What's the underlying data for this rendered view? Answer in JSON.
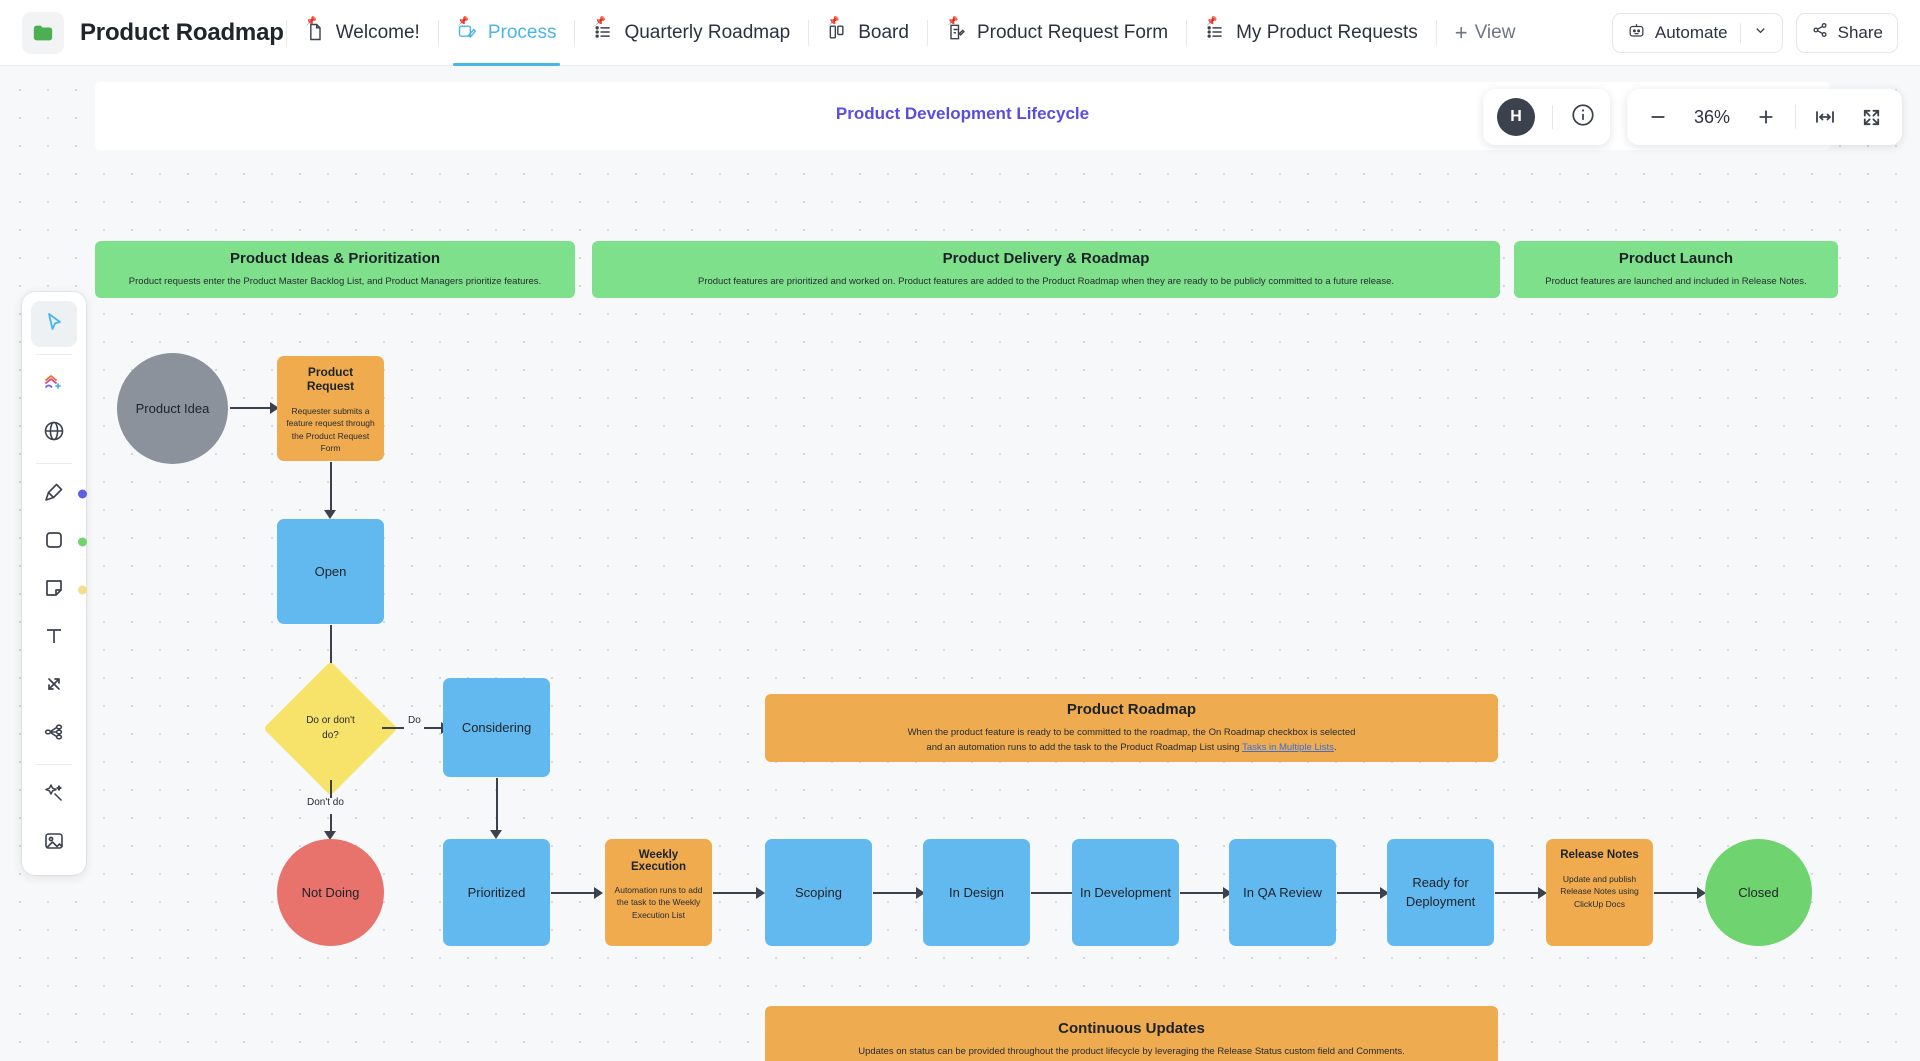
{
  "app_bar": {
    "folder_icon": "folder-icon",
    "doc_title": "Product Roadmap",
    "tabs": [
      {
        "label": "Welcome!",
        "icon": "doc-home-icon",
        "active": false,
        "pinned": true
      },
      {
        "label": "Process",
        "icon": "whiteboard-icon",
        "active": true,
        "pinned": true
      },
      {
        "label": "Quarterly Roadmap",
        "icon": "list-icon",
        "active": false,
        "pinned": true
      },
      {
        "label": "Board",
        "icon": "board-icon",
        "active": false,
        "pinned": true
      },
      {
        "label": "Product Request Form",
        "icon": "form-icon",
        "active": false,
        "pinned": true
      },
      {
        "label": "My Product Requests",
        "icon": "list-icon",
        "active": false,
        "pinned": true
      }
    ],
    "add_view_label": "View",
    "add_view_icon": "plus-icon",
    "automate_label": "Automate",
    "automate_icon": "robot-icon",
    "automate_caret_icon": "chevron-down-icon",
    "share_label": "Share",
    "share_icon": "share-icon"
  },
  "canvas_controls": {
    "title": "Product Development Lifecycle",
    "avatar_initial": "H",
    "avatar_name": "avatar",
    "info_icon": "info-circle-icon",
    "zoom_out_icon": "minus-icon",
    "zoom_level": "36%",
    "zoom_in_icon": "plus-icon",
    "fit_width_icon": "fit-width-icon",
    "fullscreen_icon": "expand-icon"
  },
  "tool_rail": [
    {
      "name": "select-tool",
      "icon": "cursor-icon",
      "selected": true,
      "badge": null
    },
    {
      "name": "connector-tool",
      "icon": "shapes-plus-icon",
      "selected": false,
      "badge": null
    },
    {
      "name": "globe-tool",
      "icon": "globe-icon",
      "selected": false,
      "badge": null
    },
    {
      "name": "marker-tool",
      "icon": "marker-icon",
      "selected": false,
      "badge": "#5b5fe0"
    },
    {
      "name": "shape-tool",
      "icon": "square-icon",
      "selected": false,
      "badge": "#6fd36f"
    },
    {
      "name": "sticky-tool",
      "icon": "sticky-note-icon",
      "selected": false,
      "badge": "#f5dd8a"
    },
    {
      "name": "text-tool",
      "icon": "text-t-icon",
      "selected": false,
      "badge": null
    },
    {
      "name": "arrow-tool",
      "icon": "arrows-icon",
      "selected": false,
      "badge": null
    },
    {
      "name": "mindmap-tool",
      "icon": "mindmap-icon",
      "selected": false,
      "badge": null
    },
    {
      "name": "ai-tool",
      "icon": "magic-wand-icon",
      "selected": false,
      "badge": null
    },
    {
      "name": "image-tool",
      "icon": "image-icon",
      "selected": false,
      "badge": null
    }
  ],
  "phase_banners": [
    {
      "title": "Product Ideas & Prioritization",
      "subtitle": "Product requests enter the Product Master Backlog List, and Product Managers prioritize features.",
      "color": "#7ee08a"
    },
    {
      "title": "Product Delivery & Roadmap",
      "subtitle": "Product features are prioritized and worked on. Product features are added to the Product Roadmap when they are ready to be publicly committed to a future release.",
      "color": "#7ee08a"
    },
    {
      "title": "Product Launch",
      "subtitle": "Product features are launched and included in Release Notes.",
      "color": "#7ee08a"
    }
  ],
  "callouts": [
    {
      "title": "Product Roadmap",
      "line1": "When the product feature is ready to be committed to the roadmap, the On Roadmap checkbox is selected",
      "line2_pre": "and an automation runs to add the task to the Product Roadmap List using ",
      "link": "Tasks in Multiple Lists",
      "line2_post": ".",
      "color": "#eeab50"
    },
    {
      "title": "Continuous Updates",
      "line1": "Updates on status can be provided throughout the product lifecycle by leveraging the Release Status custom field and Comments.",
      "line2_pre": "",
      "link": "",
      "line2_post": "",
      "color": "#eeab50"
    }
  ],
  "nodes": {
    "product_idea": {
      "label": "Product Idea",
      "shape": "circle",
      "color": "#8c929c"
    },
    "product_request": {
      "label": "Product Request",
      "sub": "Requester submits a feature request through the Product Request Form",
      "shape": "rect",
      "color": "#f0ab4f"
    },
    "open": {
      "label": "Open",
      "shape": "rect",
      "color": "#62b9ef"
    },
    "decision": {
      "label": "Do or don't do?",
      "shape": "diamond",
      "color": "#f7e36a"
    },
    "considering": {
      "label": "Considering",
      "shape": "rect",
      "color": "#62b9ef"
    },
    "not_doing": {
      "label": "Not Doing",
      "shape": "circle",
      "color": "#e8736c"
    },
    "prioritized": {
      "label": "Prioritized",
      "shape": "rect",
      "color": "#62b9ef"
    },
    "weekly_execution": {
      "label": "Weekly Execution",
      "sub": "Automation runs to add the task to the Weekly Execution List",
      "shape": "rect",
      "color": "#f0ab4f"
    },
    "scoping": {
      "label": "Scoping",
      "shape": "rect",
      "color": "#62b9ef"
    },
    "in_design": {
      "label": "In Design",
      "shape": "rect",
      "color": "#62b9ef"
    },
    "in_development": {
      "label": "In Development",
      "shape": "rect",
      "color": "#62b9ef"
    },
    "in_qa_review": {
      "label": "In QA Review",
      "shape": "rect",
      "color": "#62b9ef"
    },
    "ready_deployment": {
      "label": "Ready for Deployment",
      "shape": "rect",
      "color": "#62b9ef"
    },
    "release_notes": {
      "label": "Release Notes",
      "sub": "Update and publish Release Notes using ClickUp Docs",
      "shape": "rect",
      "color": "#f0ab4f"
    },
    "closed": {
      "label": "Closed",
      "shape": "circle",
      "color": "#6fd36f"
    }
  },
  "edge_labels": {
    "do": "Do",
    "dont_do": "Don't do"
  }
}
